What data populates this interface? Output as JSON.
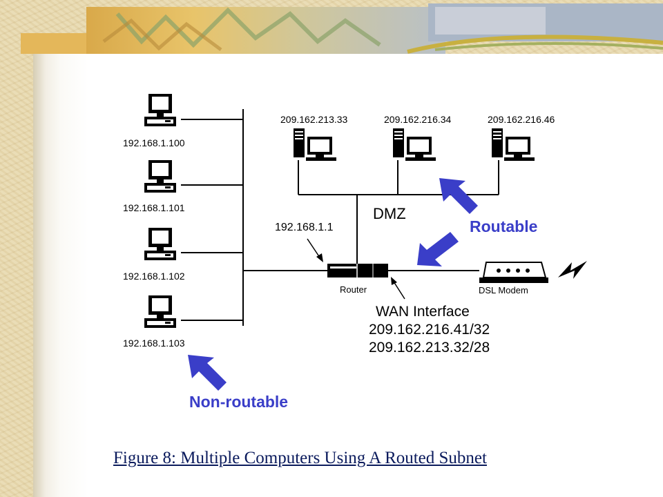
{
  "diagram": {
    "left_hosts": [
      {
        "ip": "192.168.1.100"
      },
      {
        "ip": "192.168.1.101"
      },
      {
        "ip": "192.168.1.102"
      },
      {
        "ip": "192.168.1.103"
      }
    ],
    "dmz_hosts": [
      {
        "ip": "209.162.213.33"
      },
      {
        "ip": "209.162.216.34"
      },
      {
        "ip": "209.162.216.46"
      }
    ],
    "dmz_label": "DMZ",
    "router_ip": "192.168.1.1",
    "router_label": "Router",
    "modem_label": "DSL Modem",
    "wan_title": "WAN Interface",
    "wan_ip_1": "209.162.216.41/32",
    "wan_ip_2": "209.162.213.32/28",
    "routable_label": "Routable",
    "nonroutable_label": "Non-routable",
    "colors": {
      "arrow_blue": "#3a3ec8",
      "caption": "#0a1a5c"
    }
  },
  "caption": "Figure 8: Multiple Computers Using A Routed Subnet"
}
